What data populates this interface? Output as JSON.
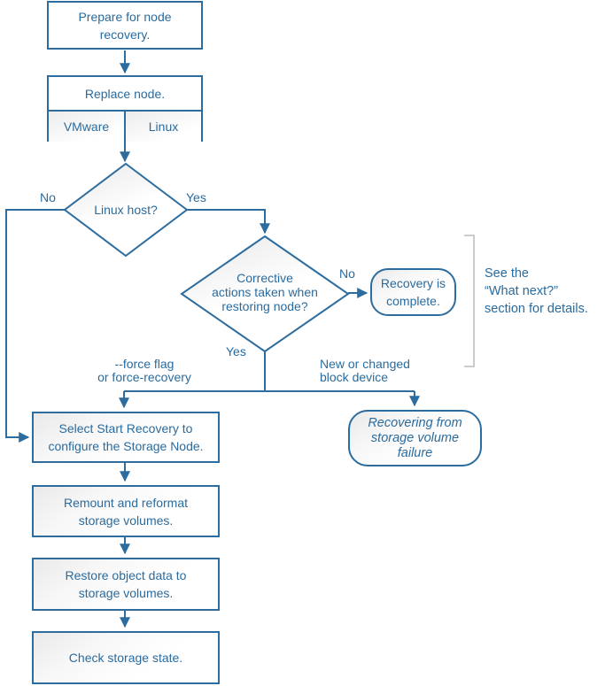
{
  "colors": {
    "stroke": "#2c6c9e",
    "text": "#2a6b9e",
    "bracket": "#cccccc"
  },
  "flowchart": {
    "prepare": {
      "lines": [
        "Prepare for node",
        "recovery."
      ]
    },
    "replace": {
      "title": "Replace node.",
      "cell_left": "VMware",
      "cell_right": "Linux"
    },
    "linux_host": {
      "label": "Linux host?"
    },
    "corrective": {
      "lines": [
        "Corrective",
        "actions taken when",
        "restoring node?"
      ]
    },
    "recovery_complete": {
      "lines": [
        "Recovery is",
        "complete."
      ]
    },
    "select_recovery": {
      "lines": [
        "Select Start Recovery to",
        "configure the Storage Node."
      ]
    },
    "remount": {
      "lines": [
        "Remount and reformat",
        "storage volumes."
      ]
    },
    "restore": {
      "lines": [
        "Restore object data to",
        "storage volumes."
      ]
    },
    "check": {
      "label": "Check storage state."
    },
    "recovering_volume": {
      "lines": [
        "Recovering from",
        "storage volume",
        "failure"
      ]
    }
  },
  "edge_labels": {
    "linux_no": "No",
    "linux_yes": "Yes",
    "corrective_no": "No",
    "corrective_yes": "Yes",
    "force": {
      "lines": [
        "--force flag",
        "or force-recovery"
      ]
    },
    "block_device": {
      "lines": [
        "New or changed",
        "block device"
      ]
    }
  },
  "note": {
    "lines": [
      "See the",
      "“What next?”",
      "section for details."
    ]
  }
}
